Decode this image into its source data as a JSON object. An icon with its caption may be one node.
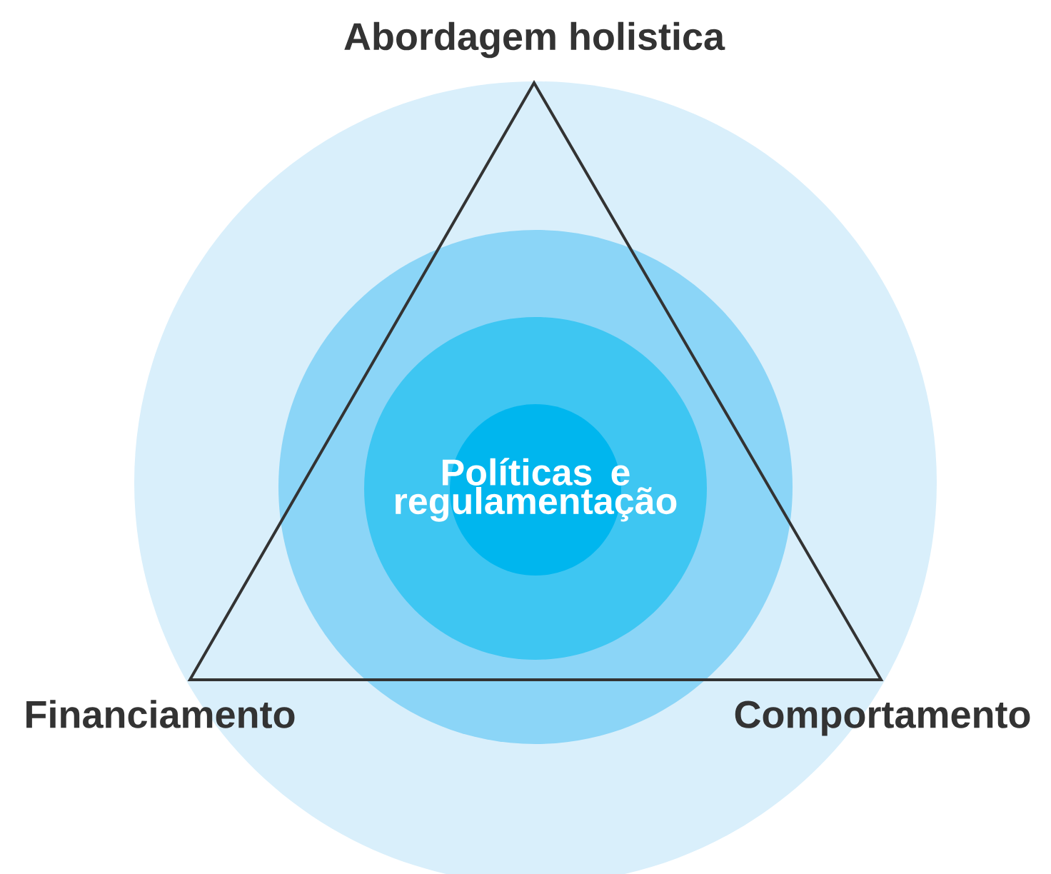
{
  "diagram": {
    "nodes": [
      {
        "text": [],
        "shape": "circle"
      },
      {
        "text": [],
        "shape": "circle",
        "in": 0
      },
      {
        "text": [],
        "shape": "circle",
        "in": 1
      },
      {
        "text": [
          "Políticas e regulamentação"
        ],
        "in": 2
      }
    ],
    "labels": [
      "Abordagem holistica",
      "Financiamento",
      "Comportamento"
    ]
  }
}
